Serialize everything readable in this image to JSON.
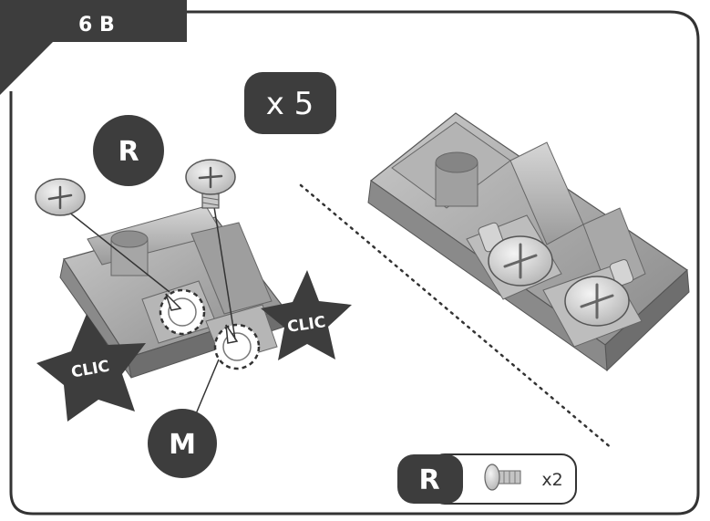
{
  "step": {
    "label": "6 B"
  },
  "quantity": {
    "label": "x 5"
  },
  "parts": {
    "screw_letter": "R",
    "nut_letter": "M"
  },
  "clic": {
    "left": "CLIC",
    "right": "CLIC"
  },
  "legend": {
    "letter": "R",
    "count": "x2",
    "icon": "screw-icon"
  },
  "colors": {
    "dark": "#3d3d3d",
    "frame": "#333333",
    "part_light": "#b8b8b8",
    "part_dark": "#6e6e6e"
  }
}
